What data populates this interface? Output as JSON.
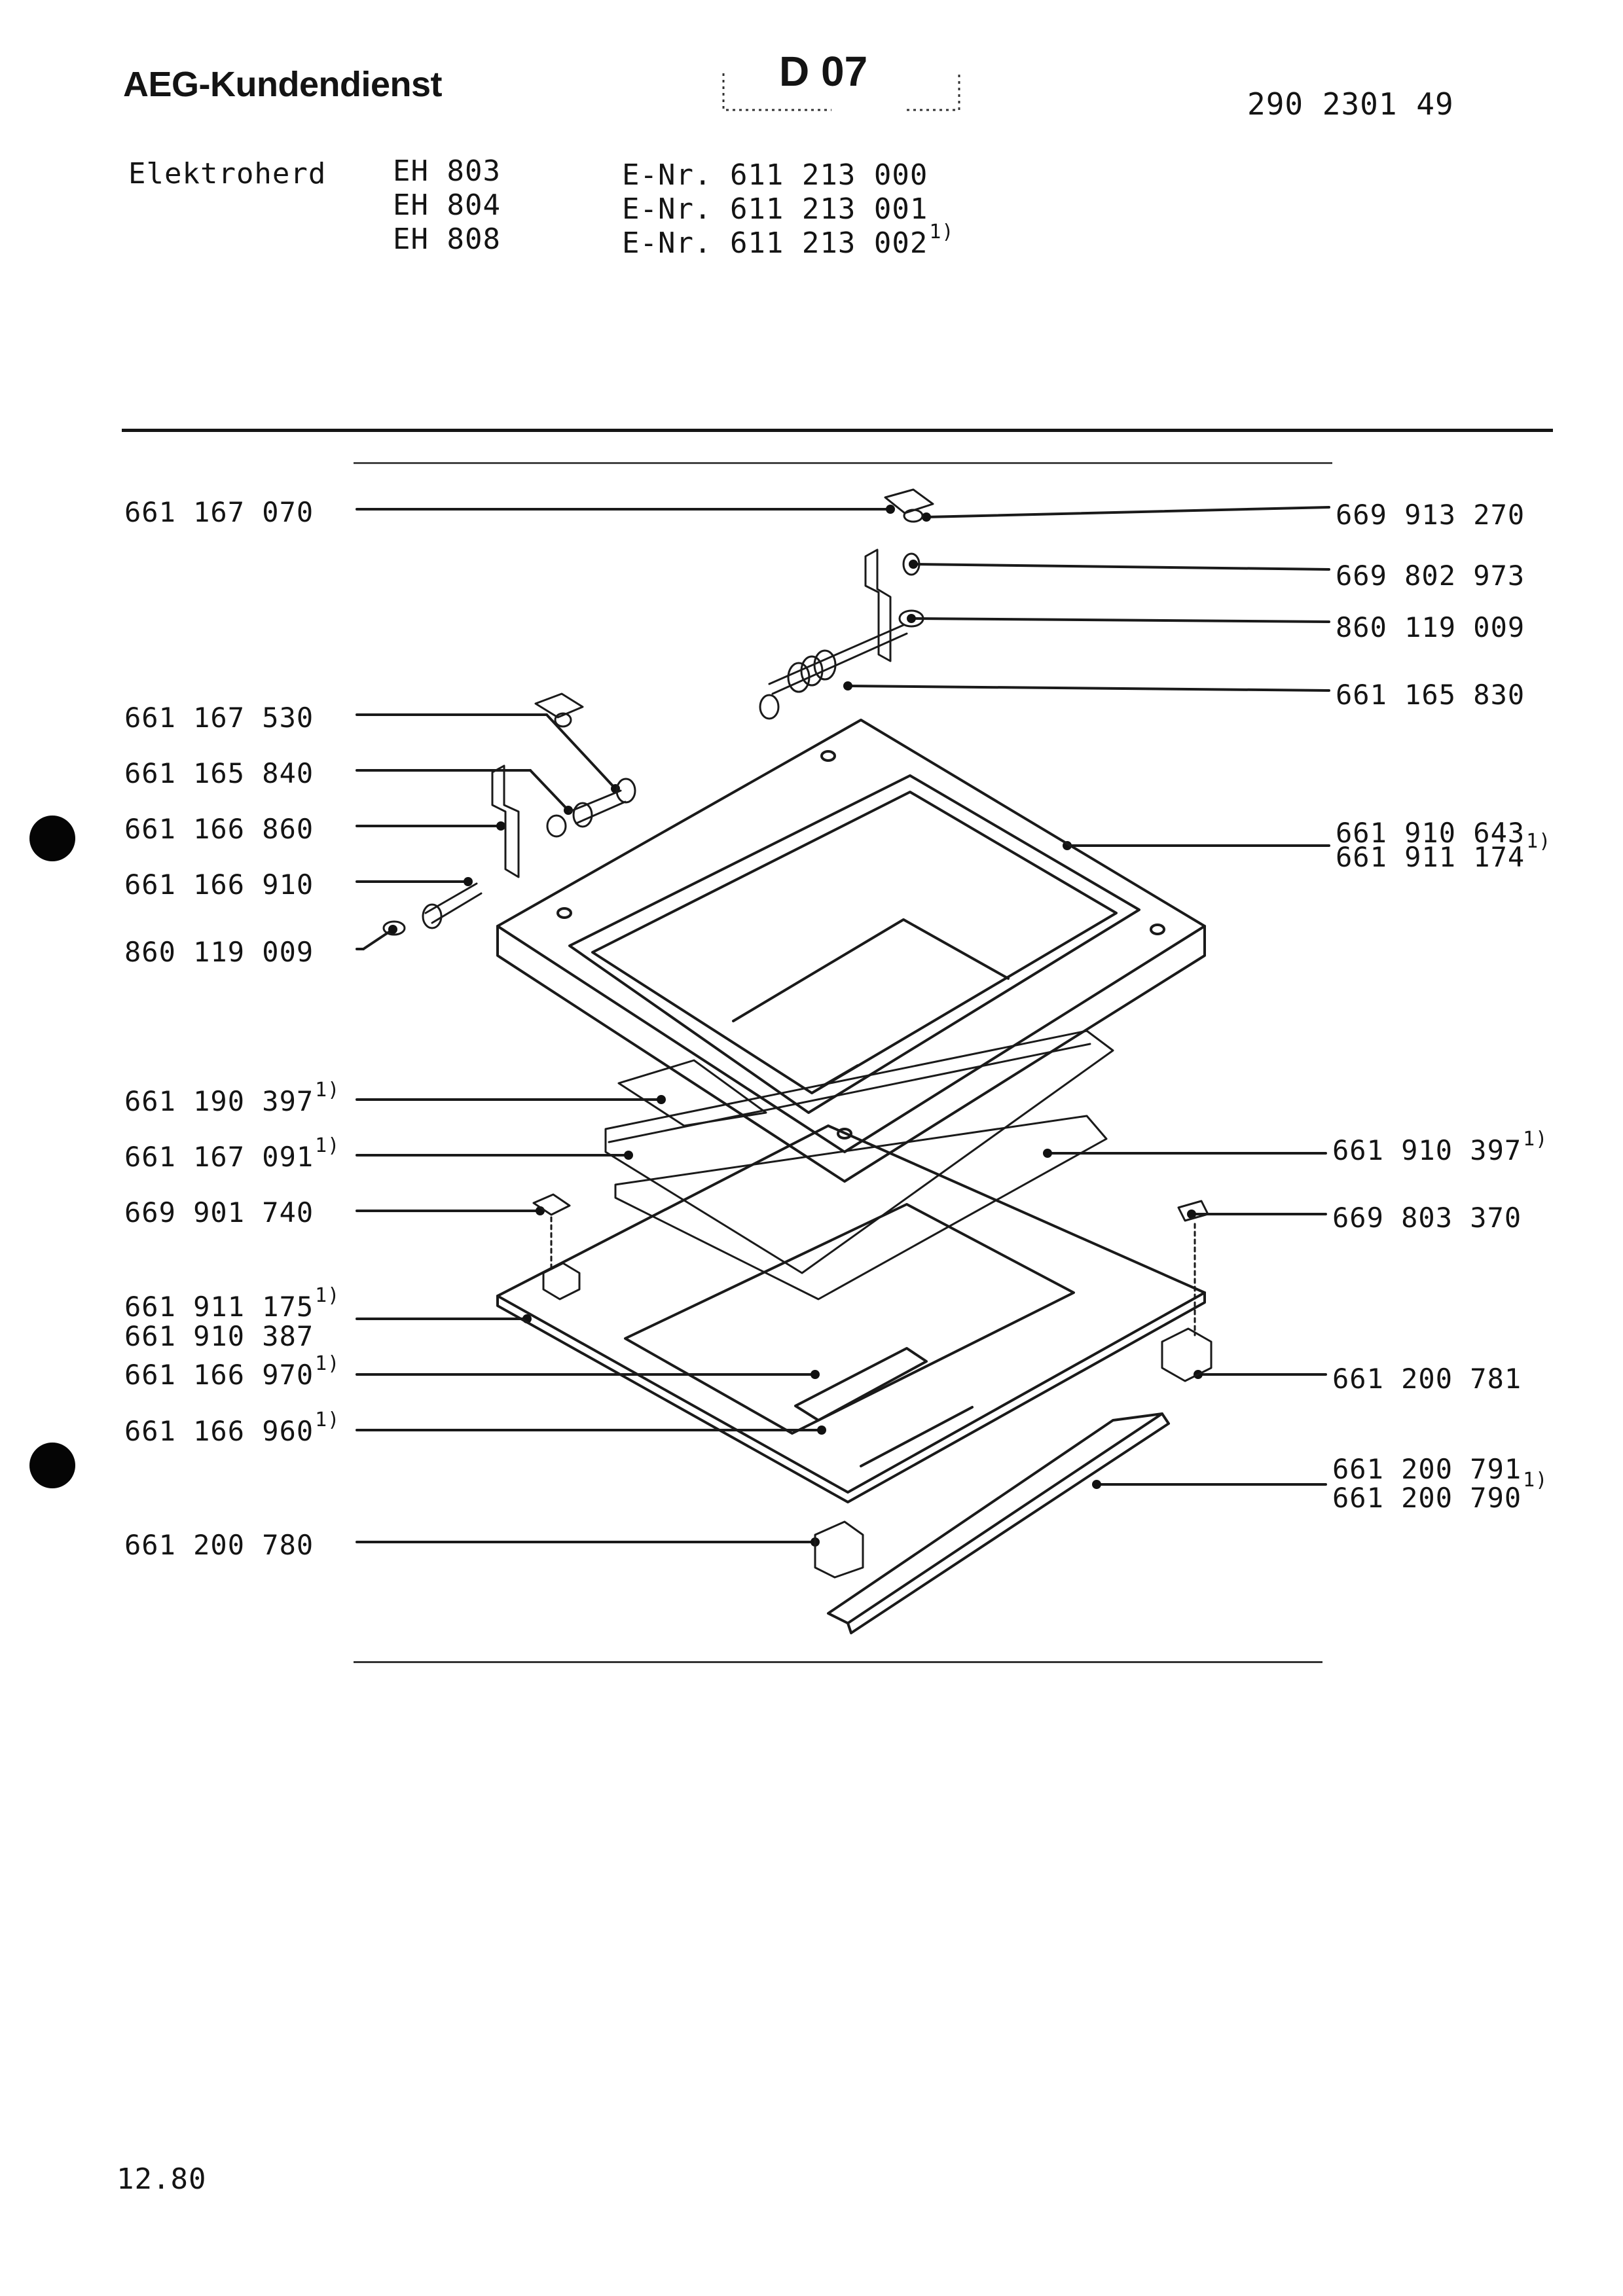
{
  "header": {
    "brand": "AEG-Kundendienst",
    "page_code": "D 07",
    "doc_number": "290 2301 49"
  },
  "models": {
    "category": "Elektroherd",
    "rows": [
      {
        "model": "EH  803",
        "enr": "E-Nr. 611 213 000",
        "note": ""
      },
      {
        "model": "EH  804",
        "enr": "E-Nr. 611 213 001",
        "note": ""
      },
      {
        "model": "EH  808",
        "enr": "E-Nr. 611 213 002",
        "note": "1)"
      }
    ]
  },
  "parts_left": [
    {
      "number": "661 167 070",
      "note": ""
    },
    {
      "number": "661 167 530",
      "note": ""
    },
    {
      "number": "661 165 840",
      "note": ""
    },
    {
      "number": "661 166 860",
      "note": ""
    },
    {
      "number": "661 166 910",
      "note": ""
    },
    {
      "number": "860 119 009",
      "note": ""
    },
    {
      "number": "661 190 397",
      "note": "1)"
    },
    {
      "number": "661 167 091",
      "note": "1)"
    },
    {
      "number": "669 901 740",
      "note": ""
    },
    {
      "number": "661 911 175",
      "note": "1)"
    },
    {
      "number": "661 910 387",
      "note": ""
    },
    {
      "number": "661 166 970",
      "note": "1)"
    },
    {
      "number": "661 166 960",
      "note": "1)"
    },
    {
      "number": "661 200 780",
      "note": ""
    }
  ],
  "parts_right": [
    {
      "number": "669 913 270",
      "note": ""
    },
    {
      "number": "669 802 973",
      "note": ""
    },
    {
      "number": "860 119 009",
      "note": ""
    },
    {
      "number": "661 165 830",
      "note": ""
    },
    {
      "number": "661 910 643",
      "note": "1)"
    },
    {
      "number": "661 911 174",
      "note": ""
    },
    {
      "number": "661 910 397",
      "note": "1)"
    },
    {
      "number": "669 803 370",
      "note": ""
    },
    {
      "number": "661 200 781",
      "note": ""
    },
    {
      "number": "661 200 791",
      "note": "1)"
    },
    {
      "number": "661 200 790",
      "note": ""
    }
  ],
  "footer": {
    "date": "12.80"
  }
}
